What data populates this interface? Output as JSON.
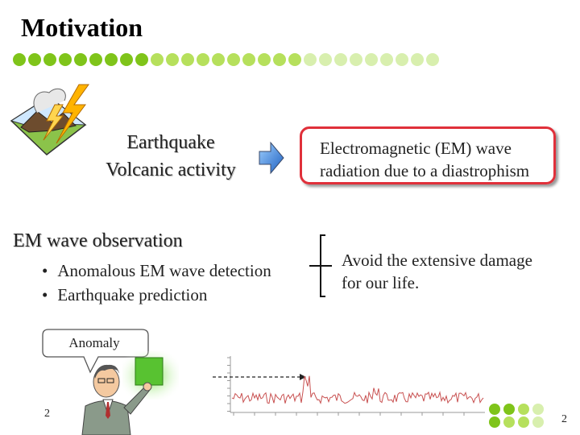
{
  "slide": {
    "title": "Motivation",
    "causes": {
      "line1": "Earthquake",
      "line2": "Volcanic activity"
    },
    "result": {
      "line1": "Electromagnetic (EM) wave",
      "line2": "radiation due to a diastrophism"
    },
    "observation": {
      "heading": "EM wave observation",
      "bullets": [
        "Anomalous EM wave detection",
        "Earthquake prediction"
      ]
    },
    "goal": {
      "line1": "Avoid the extensive damage",
      "line2": "for our life."
    },
    "callout": "Anomaly",
    "page_number_left": "2",
    "page_number_right": "2"
  },
  "icons": {
    "eruption": "volcano-lightning-icon",
    "arrow": "arrow-right-icon",
    "bracket": "bracket-icon",
    "presenter": "presenter-clipart-icon"
  },
  "colors": {
    "accent_border": "#e0303a",
    "dots_dark": "#8ccf1f",
    "dots_light": "#d8efae",
    "arrow": "#2a78d8",
    "waveform": "#c85050"
  }
}
